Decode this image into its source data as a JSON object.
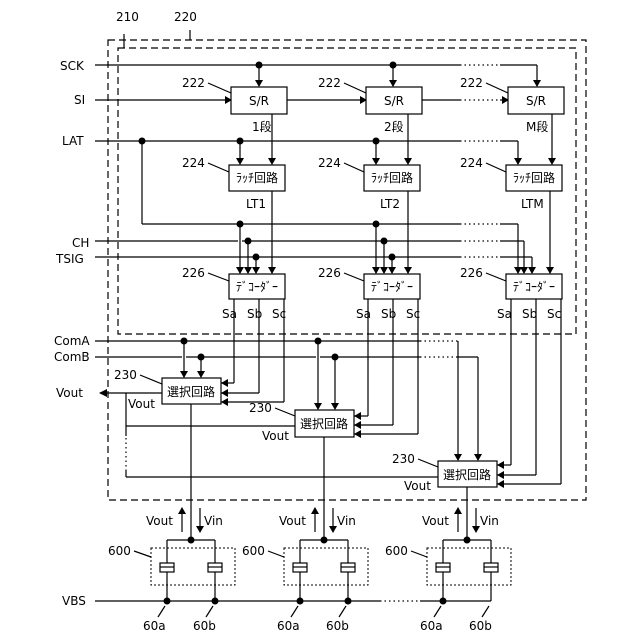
{
  "refs": {
    "outer": "210",
    "inner": "220",
    "shift_register": "222",
    "latch": "224",
    "decoder": "226",
    "selector": "230",
    "pixel": "600",
    "elem_a": "60a",
    "elem_b": "60b"
  },
  "signals": {
    "sck": "SCK",
    "si": "SI",
    "lat": "LAT",
    "ch": "CH",
    "tsig": "TSIG",
    "coma": "ComA",
    "comb": "ComB",
    "vout": "Vout",
    "vin": "Vin",
    "vbs": "VBS"
  },
  "blocks": {
    "sr_label": "S/R",
    "latch_label": "ﾗｯﾁ回路",
    "decoder_label": "ﾃﾞｺｰﾀﾞｰ",
    "selector_label": "選択回路"
  },
  "stages": [
    {
      "stage": "1段",
      "latch": "LT1"
    },
    {
      "stage": "2段",
      "latch": "LT2"
    },
    {
      "stage": "M段",
      "latch": "LTM"
    }
  ],
  "decoder_outputs": [
    "Sa",
    "Sb",
    "Sc"
  ]
}
